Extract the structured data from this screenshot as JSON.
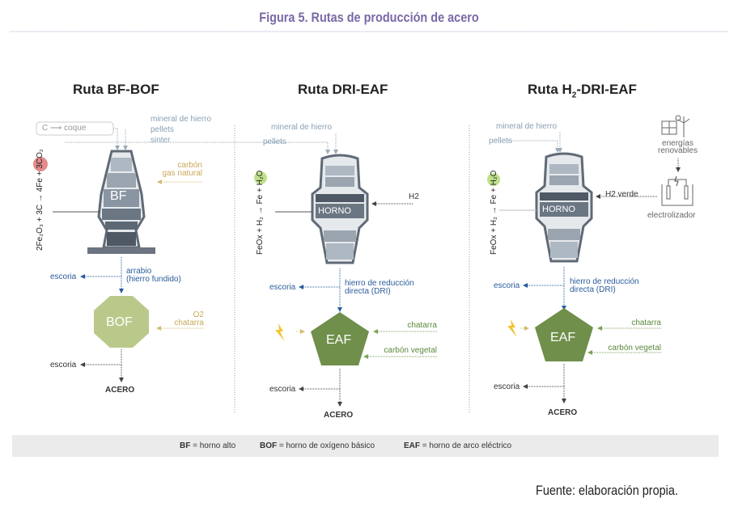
{
  "title": "Figura 5. Rutas de producción de acero",
  "routes": [
    {
      "title": "Ruta BF-BOF",
      "reaction": "2Fe₂O₃ + 3C → 4Fe + 3CO₂",
      "coque": "C ⟶ coque",
      "inputs": [
        "mineral de hierro",
        "pellets",
        "sinter"
      ],
      "fuel": [
        "carbón",
        "gas natural"
      ],
      "furnace": "BF",
      "output": [
        "arrabio",
        "(hierro fundido)"
      ],
      "slag1": "escoria",
      "converter": "BOF",
      "converter_inputs": [
        "O2",
        "chatarra"
      ],
      "slag2": "escoria",
      "product": "ACERO"
    },
    {
      "title": "Ruta DRI-EAF",
      "reaction": "FeOx + H₂ → Fe + H₂O",
      "inputs": [
        "mineral de hierro",
        "pellets"
      ],
      "gas": "H2",
      "furnace": "HORNO",
      "output": [
        "hierro de reducción",
        "directa (DRI)"
      ],
      "slag1": "escoria",
      "converter": "EAF",
      "converter_inputs": [
        "chatarra",
        "carbón vegetal"
      ],
      "slag2": "escoria",
      "product": "ACERO"
    },
    {
      "title_main": "Ruta H",
      "title_sub": "2",
      "title_end": "-DRI-EAF",
      "reaction": "FeOx + H₂ → Fe + H₂O",
      "inputs": [
        "mineral de hierro",
        "pellets"
      ],
      "renewables": [
        "energías",
        "renovables"
      ],
      "electrolyzer": "electrolizador",
      "gas": "H2 verde",
      "furnace": "HORNO",
      "output": [
        "hierro de reducción",
        "directa (DRI)"
      ],
      "slag1": "escoria",
      "converter": "EAF",
      "converter_inputs": [
        "chatarra",
        "carbón vegetal"
      ],
      "slag2": "escoria",
      "product": "ACERO"
    }
  ],
  "legend": [
    {
      "k": "BF",
      "v": " = horno alto"
    },
    {
      "k": "BOF",
      "v": " = horno de oxígeno básico"
    },
    {
      "k": "EAF",
      "v": " = horno de arco eléctrico"
    }
  ],
  "source": "Fuente: elaboración propia.",
  "colors": {
    "title": "#7b68a6",
    "bof": "#b9c98a",
    "eaf": "#6f8f4a",
    "co2": "#e38a8a",
    "h2o": "#bfe08a"
  }
}
